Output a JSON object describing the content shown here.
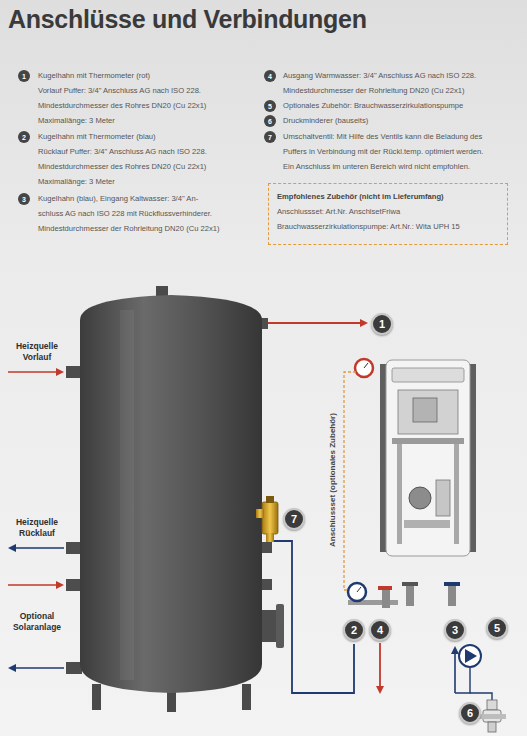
{
  "diagram": {
    "title": "Anschlüsse und Verbindungen",
    "nodes": [
      {
        "text": [
          "1"
        ]
      },
      {
        "text": [
          "2"
        ]
      },
      {
        "text": [
          "3"
        ]
      },
      {
        "text": [
          "4"
        ]
      },
      {
        "text": [
          "5"
        ]
      },
      {
        "text": [
          "6"
        ]
      },
      {
        "text": [
          "7"
        ]
      },
      {
        "text": [
          "Empfohlenes Zubehör (nicht im Lieferumfang)",
          "Anschlussset: Art.Nr. AnschlsetFriwa",
          "Brauchwasserzirkulationspumpe: Art.Nr.: Wita UPH 15"
        ]
      },
      {
        "text": [
          "1"
        ]
      },
      {
        "text": [
          "7"
        ]
      },
      {
        "text": [
          "2"
        ]
      },
      {
        "text": [
          "4"
        ]
      },
      {
        "text": [
          "3"
        ]
      },
      {
        "text": [
          "5"
        ]
      },
      {
        "text": [
          "6"
        ]
      }
    ],
    "labels": [
      "Kugelhahn mit Thermometer (rot)",
      "Vorlauf Puffer: 3/4\" Anschluss AG nach ISO 228.",
      "Mindestdurchmesser des Rohres DN20 (Cu 22x1)",
      "Maximallänge: 3 Meter",
      "Kugelhahn mit Thermometer (blau)",
      "Rücklauf Puffer: 3/4\" Anschluss AG nach ISO 228.",
      "Mindestdurchmesser des Rohres DN20 (Cu 22x1)",
      "Maximallänge: 3 Meter",
      "Kugelhahn (blau), Eingang Kaltwasser: 3/4\" An-",
      "schluss AG nach ISO 228 mit Rückflussverhinderer.",
      "Mindestdurchmesser der Rohrleitung DN20 (Cu 22x1)",
      "Ausgang Warmwasser: 3/4\" Anschluss AG nach ISO 228.",
      "Mindestdurchmesser der Rohrleitung DN20 (Cu 22x1)",
      "Optionales Zubehör: Brauchwasserzirkulationspumpe",
      "Druckminderer (bauseits)",
      "Umschaltventil: Mit Hilfe des Ventils kann die Beladung des",
      "Puffers in Verbindung mit der Rückl.temp. optimiert werden.",
      "Ein Anschluss im unteren Bereich wird nicht empfohlen.",
      "Heizquelle Vorlauf",
      "Heizquelle Rücklauf",
      "Optional Solaranlage",
      "Anschlussset (optionales Zubehör)"
    ]
  }
}
